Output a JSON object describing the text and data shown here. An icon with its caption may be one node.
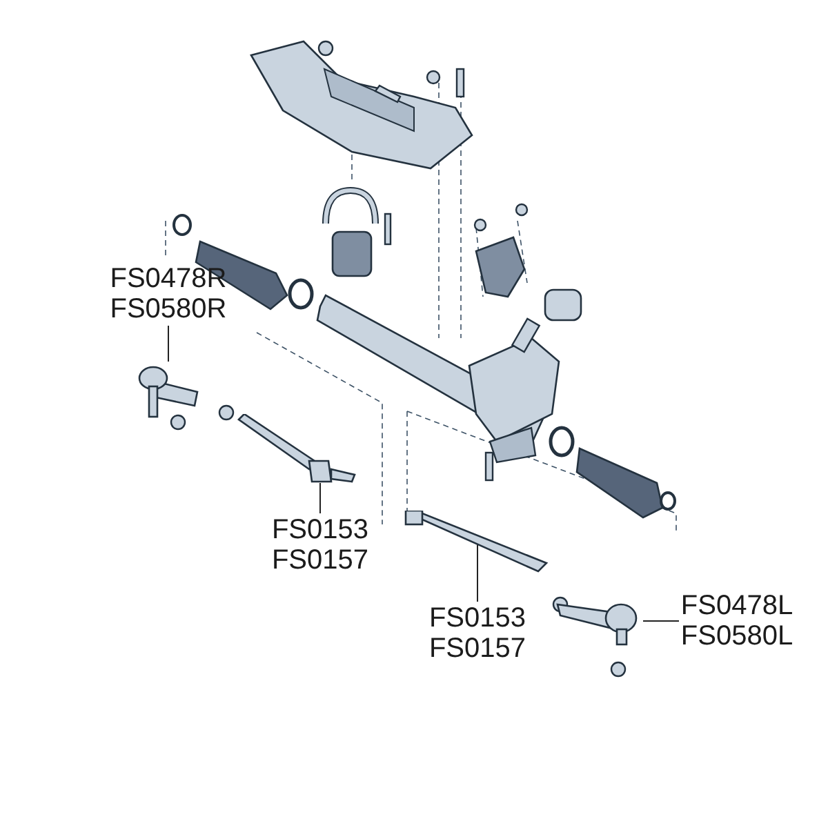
{
  "diagram": {
    "nodes": [
      {
        "text": [
          "FS0478R",
          "FS0580R"
        ]
      },
      {
        "text": [],
        "shape": "picture"
      },
      {
        "text": [
          "FS0153",
          "FS0157"
        ]
      },
      {
        "text": [],
        "shape": "picture"
      },
      {
        "text": [
          "FS0153",
          "FS0157"
        ]
      },
      {
        "text": [],
        "shape": "picture"
      },
      {
        "text": [
          "FS0478L",
          "FS0580L"
        ]
      },
      {
        "text": [],
        "shape": "picture"
      }
    ],
    "edges": [
      {
        "from": 0,
        "to": 1,
        "arrow": "none"
      },
      {
        "from": 2,
        "to": 3,
        "arrow": "none"
      },
      {
        "from": 4,
        "to": 5,
        "arrow": "none"
      },
      {
        "from": 6,
        "to": 7,
        "arrow": "none"
      }
    ]
  }
}
